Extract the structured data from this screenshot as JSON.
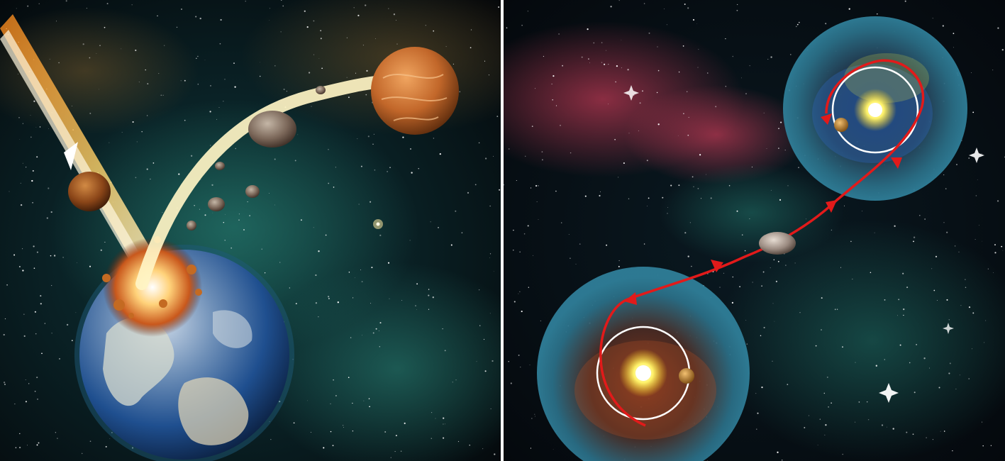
{
  "panels": [
    {
      "id": "left",
      "depicts": "meteoroid-impact-ejecting-rock-from-earth-to-another-planet",
      "icons": [
        "incoming-meteor-arrow-icon",
        "meteor-icon",
        "earth-icon",
        "impact-explosion-icon",
        "ejecta-arc-arrow-icon",
        "ejected-rock-icon",
        "destination-planet-icon"
      ]
    },
    {
      "id": "right",
      "depicts": "rock-travelling-between-two-planetary-systems",
      "icons": [
        "star-system-bubble-icon",
        "sun-icon",
        "orbit-ring-icon",
        "planet-icon",
        "red-trajectory-arrow-icon",
        "drifting-rock-icon",
        "nebula-icon"
      ]
    }
  ],
  "colors": {
    "space_dark": "#05080c",
    "nebula_teal": "#1f6b62",
    "nebula_magenta": "#b3344f",
    "bubble_blue": "#2a6e86",
    "trajectory_red": "#e21a1a",
    "orbit_white": "#ffffff",
    "sun_yellow": "#fff36a",
    "arc_cream": "#fff4c4",
    "meteor_trail": "#ffd36a",
    "earth_ocean": "#1f4f8f",
    "planet_orange": "#c2672a"
  }
}
